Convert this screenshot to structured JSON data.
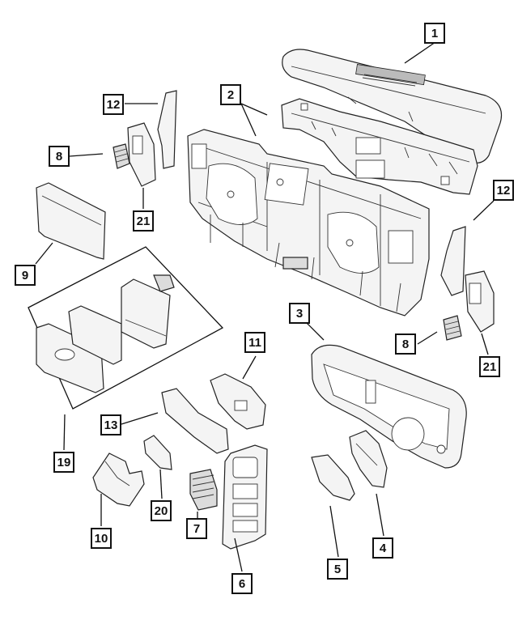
{
  "callouts": {
    "c1": "1",
    "c2": "2",
    "c3": "3",
    "c4": "4",
    "c5": "5",
    "c6": "6",
    "c7": "7",
    "c8a": "8",
    "c8b": "8",
    "c9": "9",
    "c10": "10",
    "c11": "11",
    "c12a": "12",
    "c12b": "12",
    "c13": "13",
    "c19": "19",
    "c20": "20",
    "c21a": "21",
    "c21b": "21"
  },
  "colors": {
    "line": "#222222",
    "fill": "#f4f4f4",
    "shade": "#dcdcdc"
  }
}
